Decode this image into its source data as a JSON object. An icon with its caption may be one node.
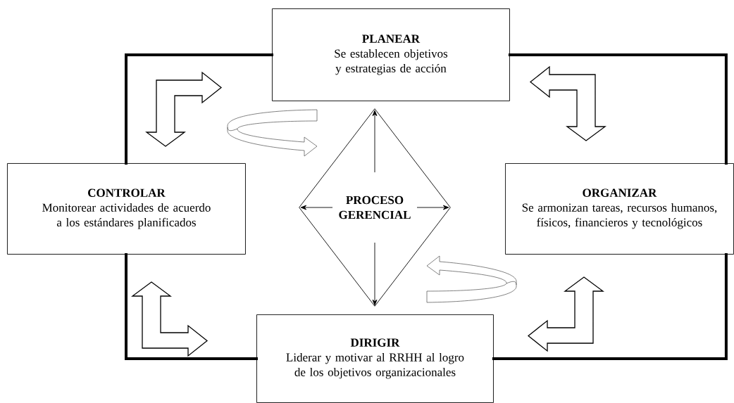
{
  "diagram": {
    "nodes": [
      {
        "text": [
          "PLANEAR",
          "Se establecen objetivos y estrategias de acción"
        ]
      },
      {
        "text": [
          "CONTROLAR",
          "Monitorear actividades de acuerdo a los estándares planificados"
        ]
      },
      {
        "text": [
          "PROCESO GERENCIAL"
        ]
      },
      {
        "text": [
          "ORGANIZAR",
          "Se armonizan tareas, recursos humanos, físicos, financieros y tecnológicos"
        ]
      },
      {
        "text": [
          "DIRIGIR",
          "Liderar y motivar al RRHH al logro de los objetivos organizacionales"
        ]
      }
    ],
    "edges": [
      {
        "from": 0,
        "to": 1,
        "arrow": "none"
      },
      {
        "from": 0,
        "to": 3,
        "arrow": "none"
      },
      {
        "from": 3,
        "to": 4,
        "arrow": "none"
      },
      {
        "from": 1,
        "to": 4,
        "arrow": "none"
      },
      {
        "from": 1,
        "to": 0,
        "arrow": "both"
      },
      {
        "from": 0,
        "to": 3,
        "arrow": "both"
      },
      {
        "from": 1,
        "to": 4,
        "arrow": "both"
      },
      {
        "from": 3,
        "to": 4,
        "arrow": "both"
      }
    ]
  }
}
